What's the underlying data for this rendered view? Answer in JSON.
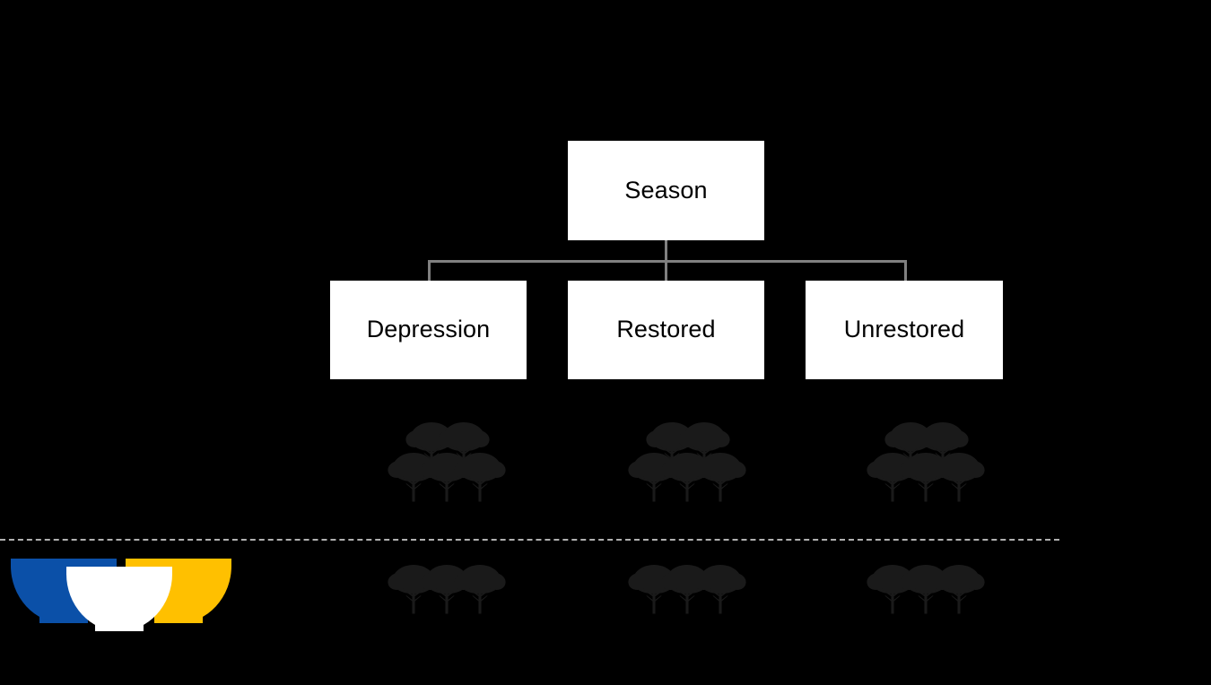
{
  "diagram": {
    "type": "hierarchy-tree",
    "background_color": "#000000",
    "root": {
      "label": "Season",
      "box_fill": "#ffffff",
      "text_color": "#000000"
    },
    "connector_color": "#808080",
    "children": [
      {
        "id": "depression",
        "label": "Depression",
        "box_fill": "#ffffff",
        "text_color": "#000000",
        "trees_above_divider": 5,
        "trees_below_divider": 3
      },
      {
        "id": "restored",
        "label": "Restored",
        "box_fill": "#ffffff",
        "text_color": "#000000",
        "trees_above_divider": 5,
        "trees_below_divider": 3
      },
      {
        "id": "unrestored",
        "label": "Unrestored",
        "box_fill": "#ffffff",
        "text_color": "#000000",
        "trees_above_divider": 5,
        "trees_below_divider": 3
      }
    ],
    "divider": {
      "style": "dashed",
      "color": "#b0b0b0"
    },
    "tree_icon": {
      "name": "tree-icon",
      "fill": "#1a1a1a"
    },
    "bowls": [
      {
        "id": "bowl-blue",
        "name": "bowl-blue-icon",
        "color": "#0B50A8"
      },
      {
        "id": "bowl-white",
        "name": "bowl-white-icon",
        "color": "#ffffff"
      },
      {
        "id": "bowl-yellow",
        "name": "bowl-yellow-icon",
        "color": "#FFC000"
      }
    ]
  }
}
